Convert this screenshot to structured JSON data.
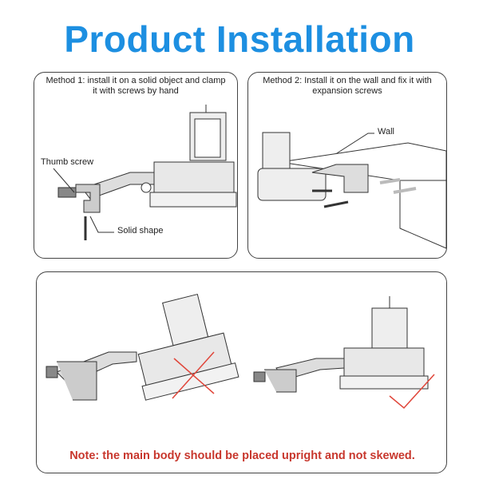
{
  "title": "Product Installation",
  "method1": {
    "caption_line1": "Method 1: install it on a solid object and clamp",
    "caption_line2": "it with screws by hand",
    "label_thumb_screw": "Thumb screw",
    "label_solid_shape": "Solid shape"
  },
  "method2": {
    "caption_line1": "Method 2: Install it on the wall and fix it with",
    "caption_line2": "expansion screws",
    "label_wall": "Wall"
  },
  "comparison": {
    "wrong_mark": "cross-icon",
    "right_mark": "check-icon",
    "wrong_color": "#e0463a",
    "right_color": "#e0463a"
  },
  "note": "Note: the main body should be placed upright and not skewed."
}
